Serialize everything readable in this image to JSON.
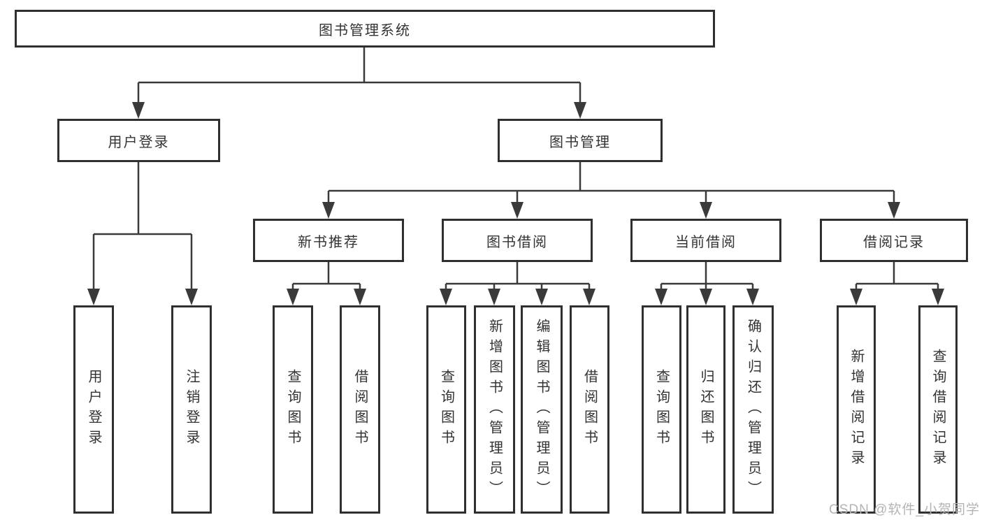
{
  "diagram": {
    "root": {
      "label": "图书管理系统"
    },
    "level2": [
      {
        "label": "用户登录"
      },
      {
        "label": "图书管理"
      }
    ],
    "level3": [
      {
        "label": "新书推荐"
      },
      {
        "label": "图书借阅"
      },
      {
        "label": "当前借阅"
      },
      {
        "label": "借阅记录"
      }
    ],
    "leaves": {
      "user_login": [
        "用户登录",
        "注销登录"
      ],
      "new_book": [
        "查询图书",
        "借阅图书"
      ],
      "book_borrow": [
        "查询图书",
        "新增图书（管理员）",
        "编辑图书（管理员）",
        "借阅图书"
      ],
      "current_borrow": [
        "查询图书",
        "归还图书",
        "确认归还（管理员）"
      ],
      "borrow_record": [
        "新增借阅记录",
        "查询借阅记录"
      ]
    },
    "watermark": "CSDN @软件_小贺同学"
  }
}
